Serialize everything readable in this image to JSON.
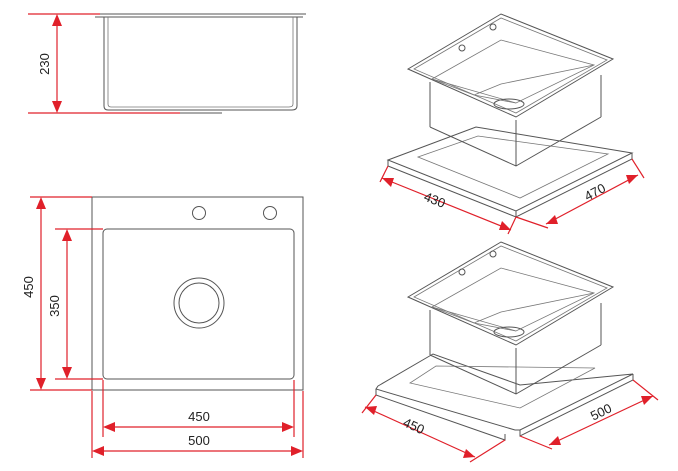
{
  "side_view": {
    "height_label": "230"
  },
  "top_view": {
    "outer_height_label": "450",
    "inner_height_label": "350",
    "inner_width_label": "450",
    "outer_width_label": "500"
  },
  "iso_upper": {
    "left_label": "430",
    "right_label": "470"
  },
  "iso_lower": {
    "left_label": "450",
    "right_label": "500"
  }
}
